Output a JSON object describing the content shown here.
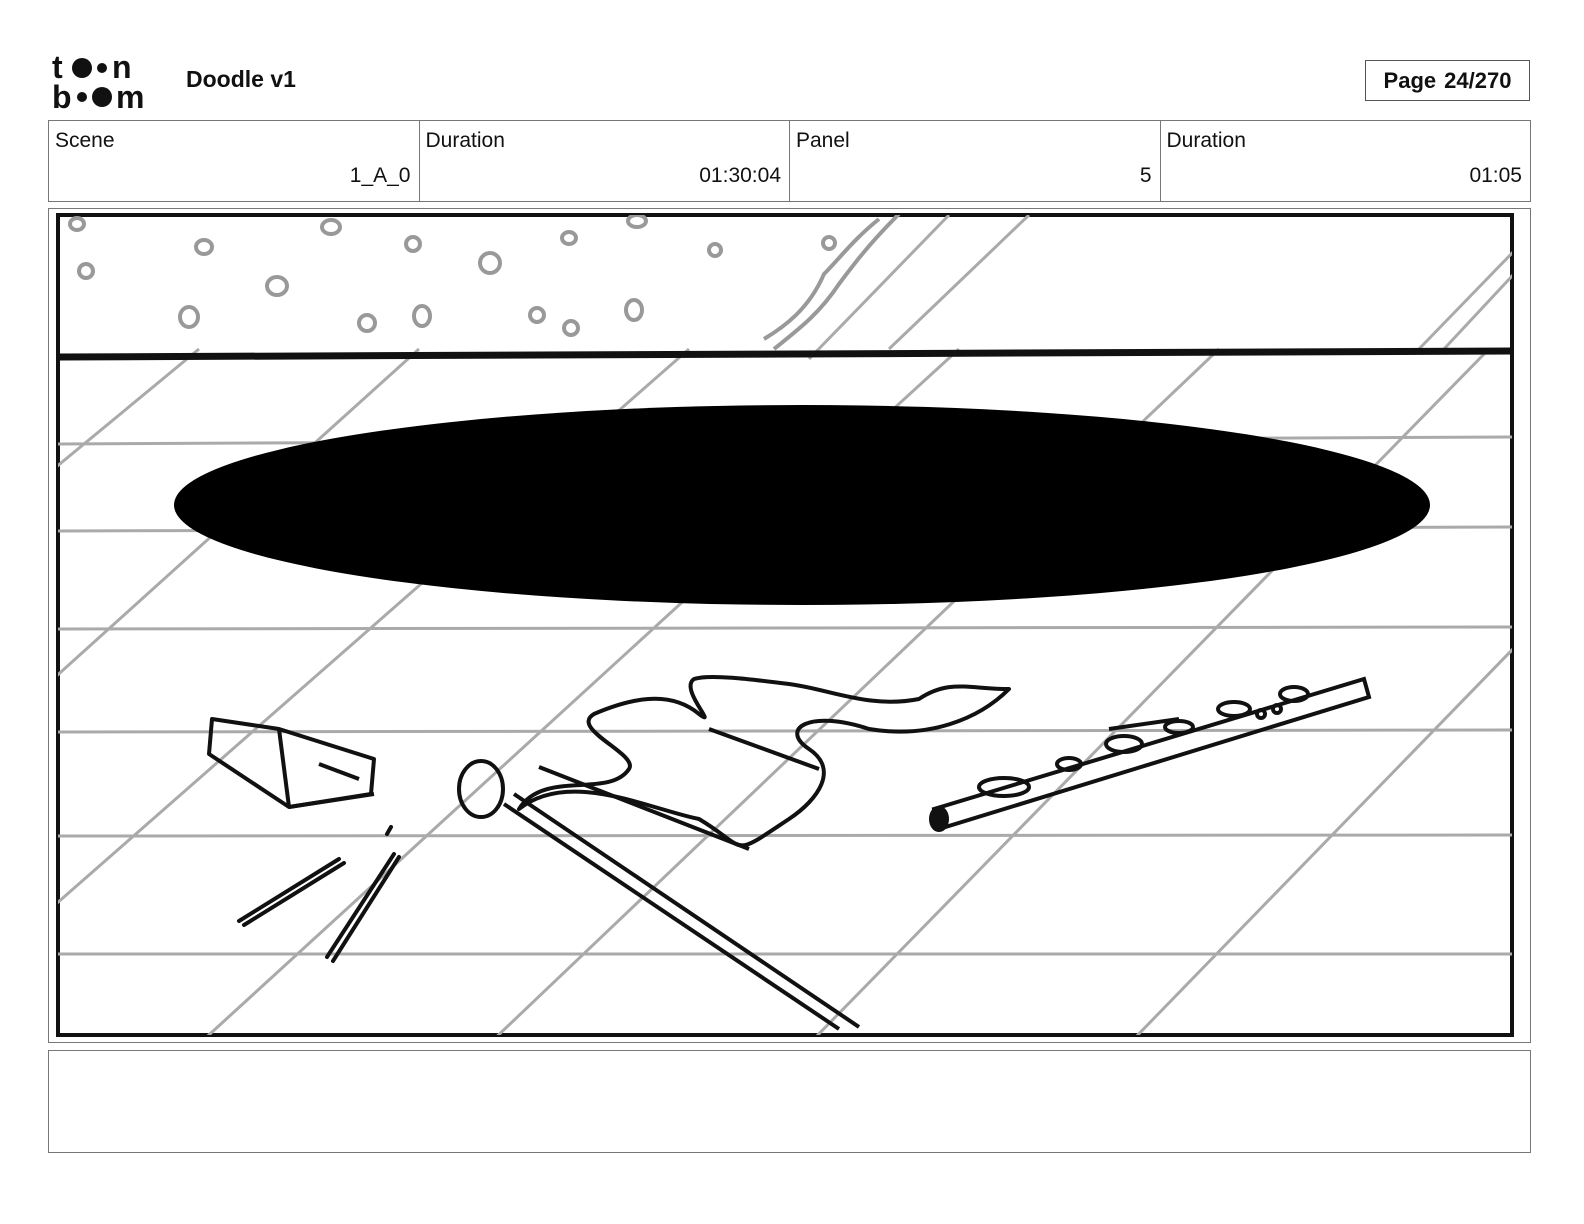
{
  "header": {
    "logo_text": "toon boom",
    "title": "Doodle v1",
    "page_label": "Page",
    "page_value": "24/270"
  },
  "info": {
    "scene_label": "Scene",
    "scene_value": "1_A_0",
    "scene_duration_label": "Duration",
    "scene_duration_value": "01:30:04",
    "panel_label": "Panel",
    "panel_value": "5",
    "panel_duration_label": "Duration",
    "panel_duration_value": "01:05"
  },
  "caption": {
    "text": ""
  }
}
